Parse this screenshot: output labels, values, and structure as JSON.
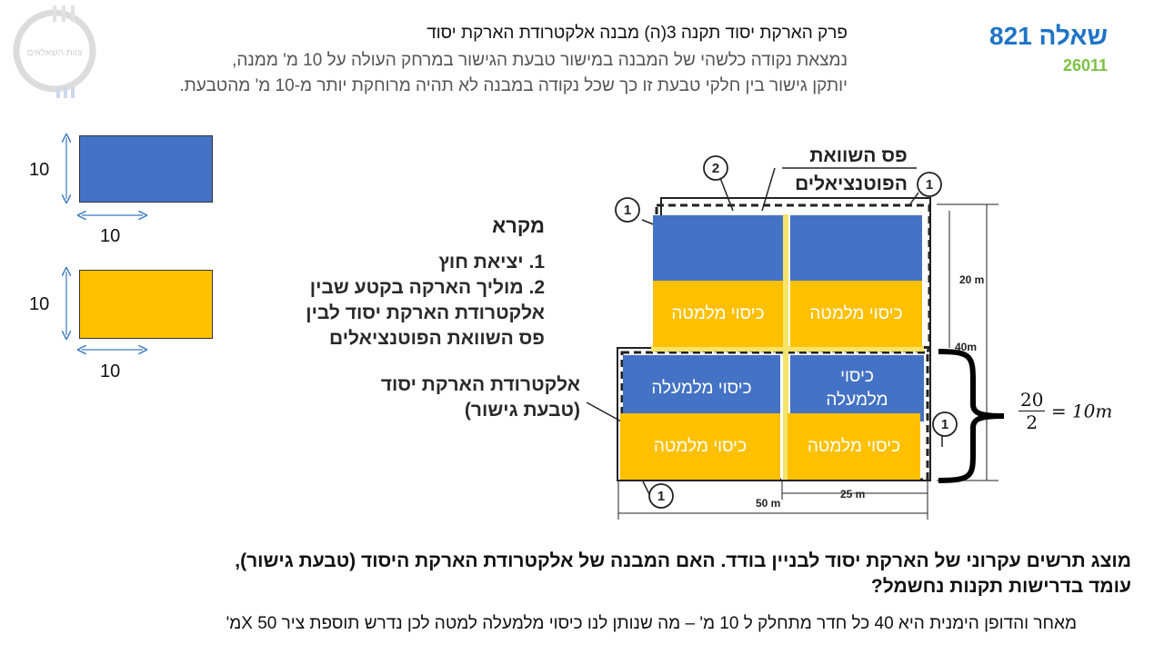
{
  "header": {
    "question_title": "שאלה 821",
    "question_code": "26011",
    "line1": "פרק הארקת יסוד תקנה 3(ה) מבנה אלקטרודת הארקת יסוד",
    "line2": "נמצאת נקודה כלשהי של המבנה במישור טבעת הגישור במרחק העולה על 10 מ' ממנה,",
    "line3": "יותקן גישור בין חלקי טבעת זו כך שכל נקודה במבנה לא תהיה מרוחקת יותר מ-10 מ' מהטבעת."
  },
  "logo": {
    "text": "צוות השאלאים"
  },
  "samples": {
    "blue": {
      "height_label": "10",
      "width_label": "10",
      "color": "#4472c4"
    },
    "gold": {
      "height_label": "10",
      "width_label": "10",
      "color": "#ffc000"
    }
  },
  "legend": {
    "title": "מקרא",
    "item1": "יציאת חוץ",
    "item2_lines": [
      "מוליך הארקה בקטע שבין",
      "אלקטרודת הארקת יסוד לבין",
      "פס השוואת הפוטנציאלים"
    ],
    "item1_num": "1.",
    "item2_num": "2.",
    "electrode_lines": [
      "אלקטרודת הארקת יסוד",
      "(טבעת גישור)"
    ]
  },
  "diagram": {
    "equalization_bar_lines": [
      "פס השוואת",
      "הפוטנציאלים"
    ],
    "marker1": "1",
    "marker2": "2",
    "dim_20m": "20 m",
    "dim_40m": "40m",
    "dim_25m": "25 m",
    "dim_50m": "50 m",
    "cells": {
      "top_left_blue": "",
      "top_right_blue": "",
      "top_left_gold": "כיסוי מלמטה",
      "top_right_gold": "כיסוי מלמטה",
      "mid_left_blue": "כיסוי מלמעלה",
      "mid_right_blue": "כיסוי מלמעלה",
      "bot_left_gold": "כיסוי מלמטה",
      "bot_right_gold": "כיסוי מלמטה"
    },
    "formula": {
      "numerator": "20",
      "denominator": "2",
      "result": "= 10m"
    }
  },
  "question": {
    "line1": "מוצג תרשים עקרוני של הארקת יסוד לבניין בודד. האם המבנה של אלקטרודת הארקת היסוד (טבעת גישור),",
    "line2": "עומד בדרישות תקנות נחשמל?"
  },
  "answer": "מאחר והדופן הימנית היא 40 כל חדר מתחלק ל 10 מ' – מה שנותן לנו כיסוי מלמעלה למטה  לכן נדרש תוספת ציר X 50מ'",
  "colors": {
    "blue": "#4472c4",
    "gold": "#ffc000",
    "title_blue": "#1f74c4",
    "code_green": "#7dc142"
  }
}
